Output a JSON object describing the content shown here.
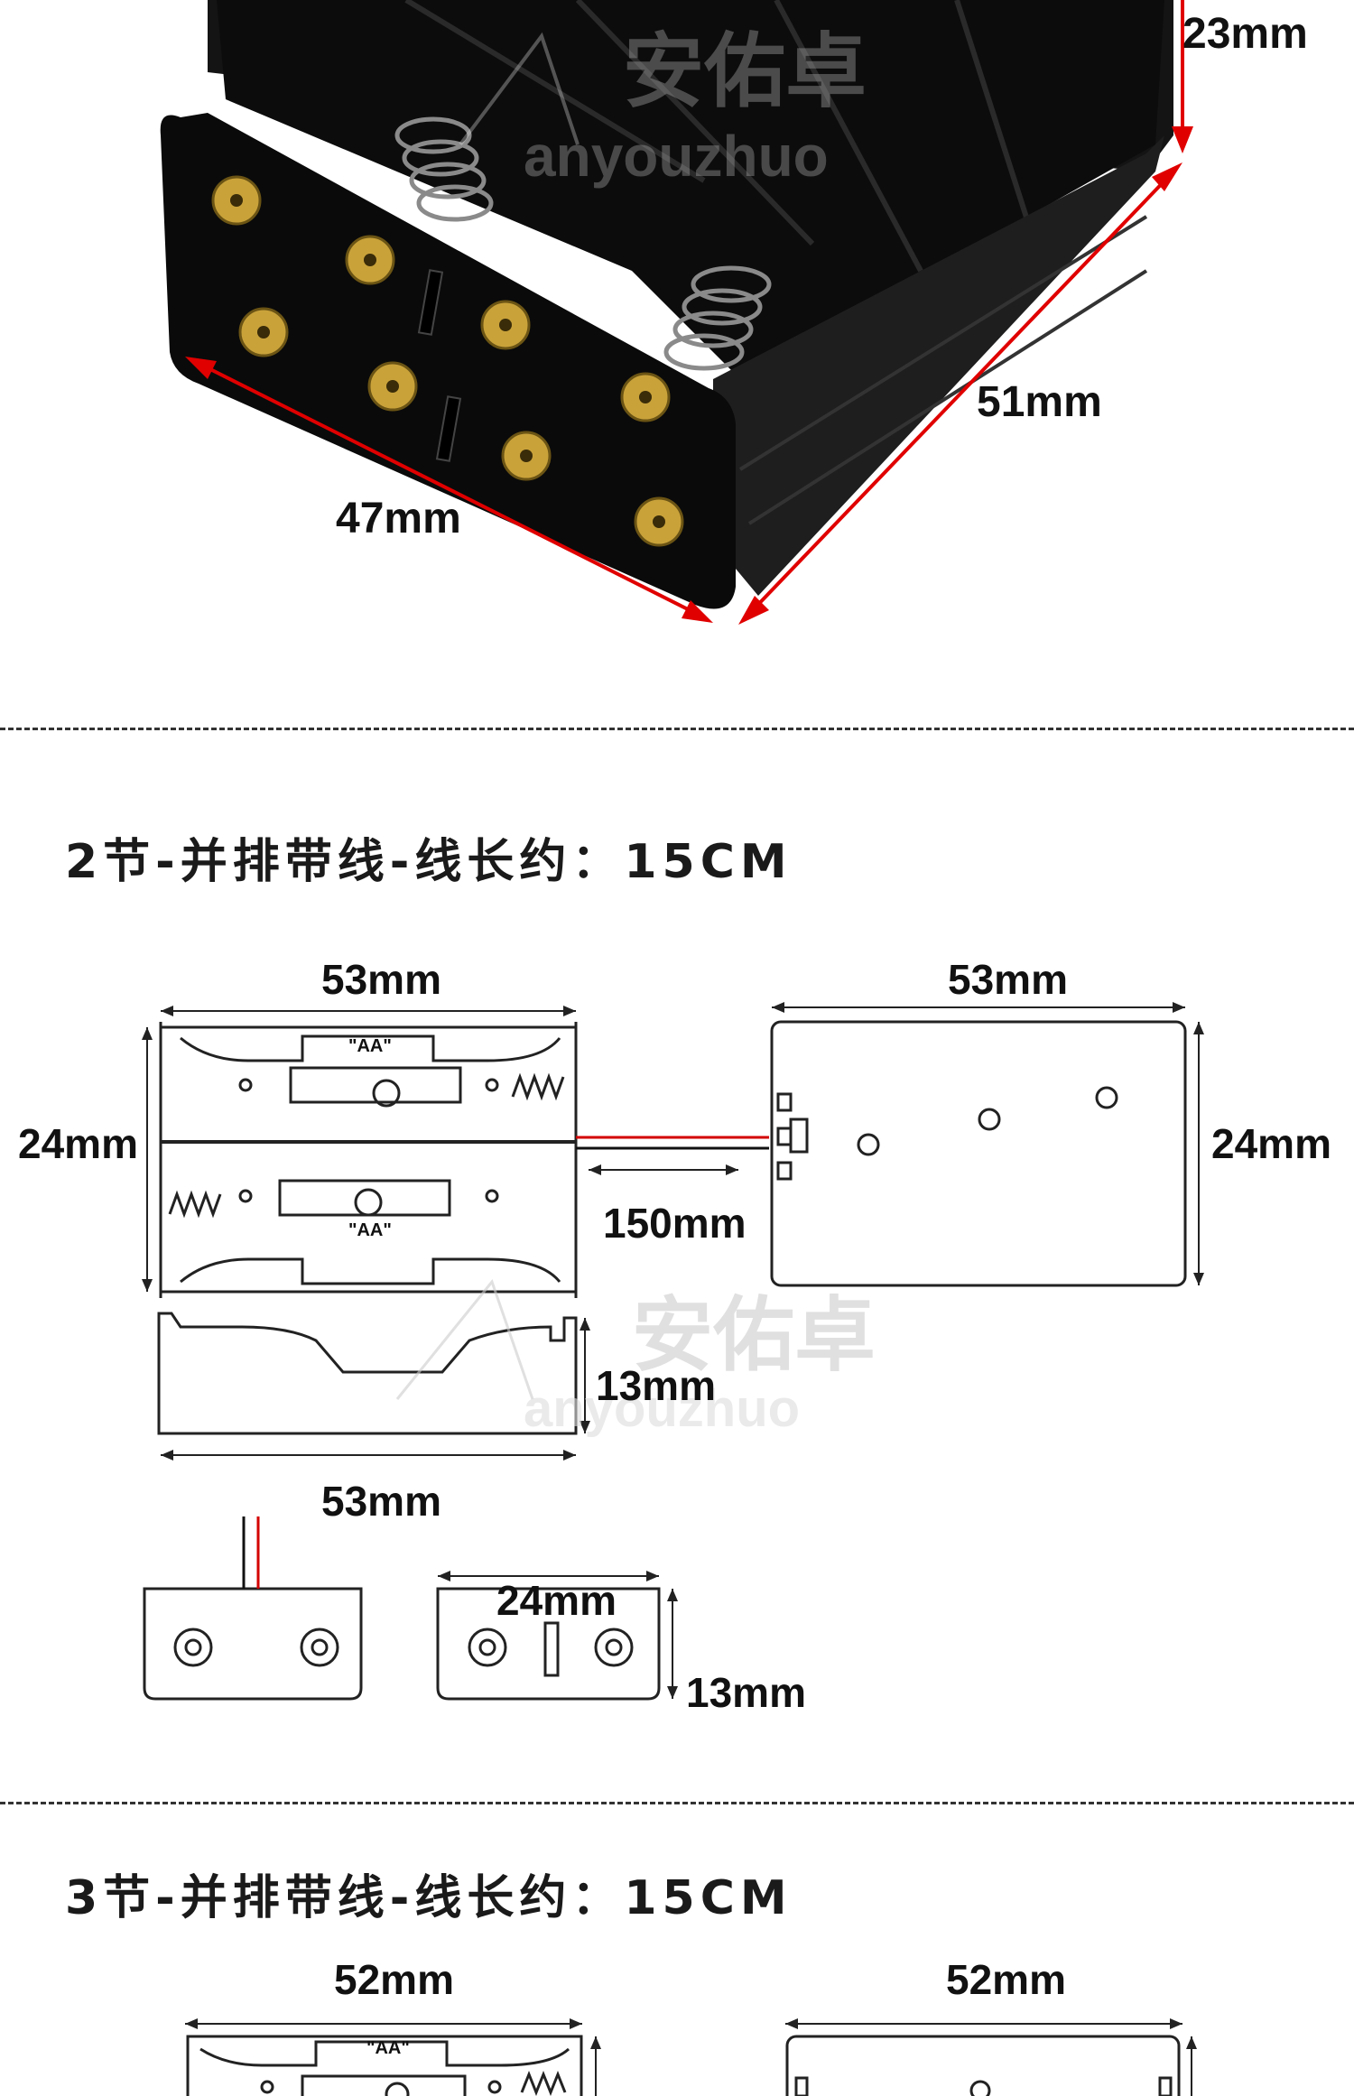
{
  "photo": {
    "dim_height": "23mm",
    "dim_length": "51mm",
    "dim_width": "47mm"
  },
  "watermark": {
    "cn": "安佑卓",
    "en": "anyouzhuo"
  },
  "section2": {
    "title": "2节-并排带线-线长约：15CM",
    "top_width": "53mm",
    "top_height": "24mm",
    "cell_label_top": "\"AA\"",
    "cell_label_bottom": "\"AA\"",
    "wire_length": "150mm",
    "back_width": "53mm",
    "back_height": "24mm",
    "side_height": "13mm",
    "side_length": "53mm",
    "end_width": "24mm",
    "end_height": "13mm"
  },
  "section3": {
    "title": "3节-并排带线-线长约：15CM",
    "top_width": "52mm",
    "back_width": "52mm",
    "cell_label_top": "\"AA\""
  },
  "colors": {
    "dimension_arrow": "#e00000",
    "holder_body": "#111111",
    "contact_gold": "#c9a23a",
    "wire_red": "#d40000",
    "wire_black": "#111111"
  }
}
